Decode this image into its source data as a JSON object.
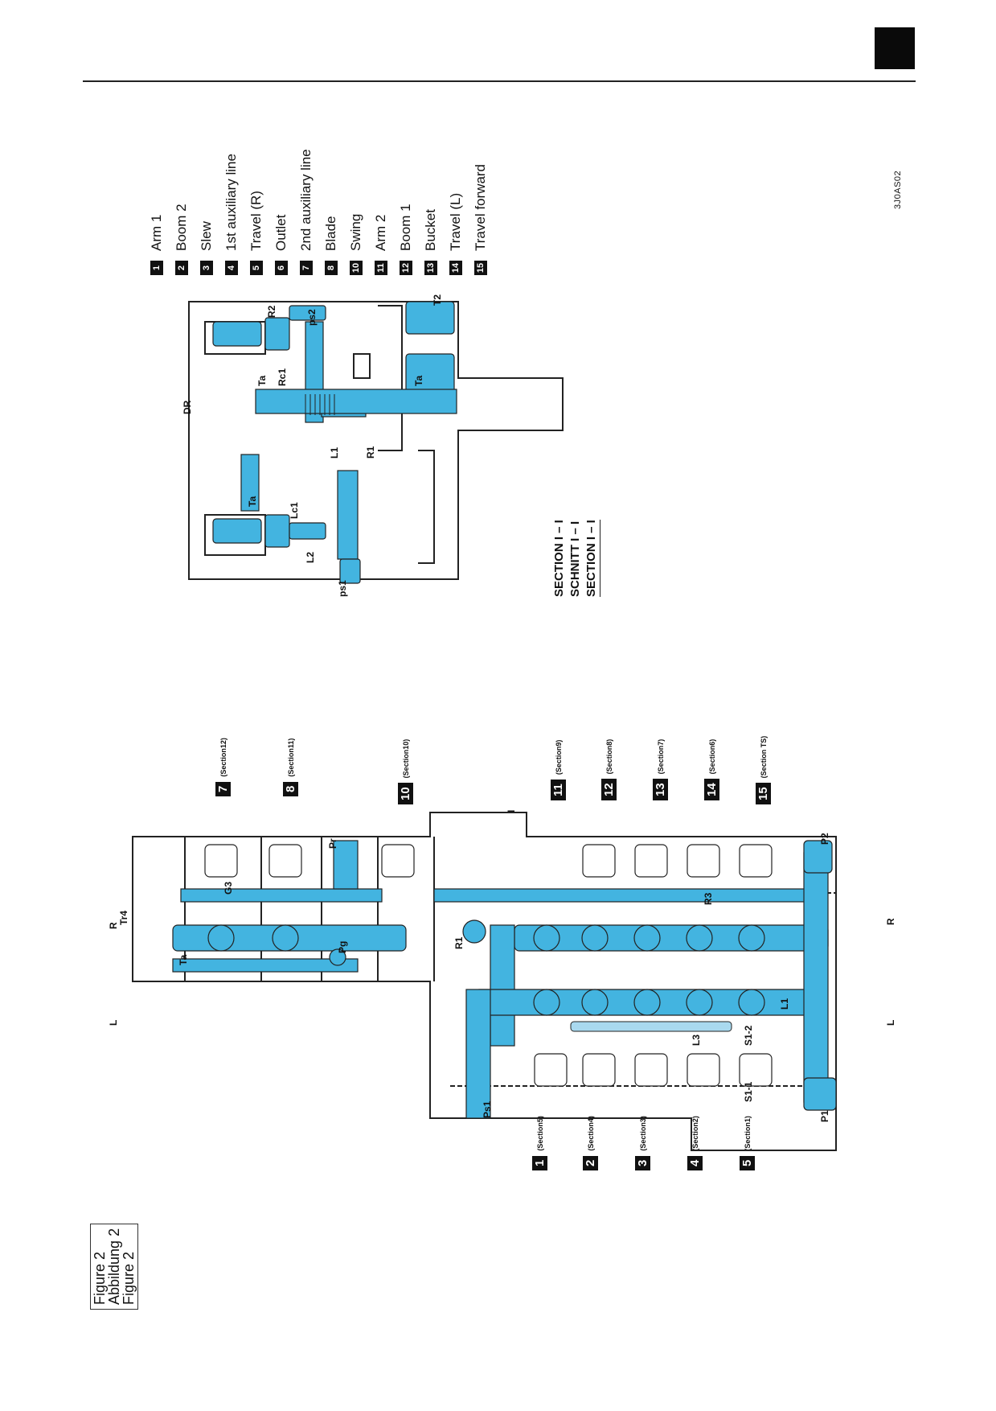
{
  "ref_code": "3J0AS02",
  "figure_caption": [
    "Figure 2",
    "Abbildung 2",
    "Figure 2"
  ],
  "legend": [
    {
      "num": "1",
      "label": "Arm 1"
    },
    {
      "num": "2",
      "label": "Boom 2"
    },
    {
      "num": "3",
      "label": "Slew"
    },
    {
      "num": "4",
      "label": "1st auxiliary line"
    },
    {
      "num": "5",
      "label": "Travel (R)"
    },
    {
      "num": "6",
      "label": "Outlet"
    },
    {
      "num": "7",
      "label": "2nd auxiliary line"
    },
    {
      "num": "8",
      "label": "Blade"
    },
    {
      "num": "10",
      "label": "Swing"
    },
    {
      "num": "11",
      "label": "Arm 2"
    },
    {
      "num": "12",
      "label": "Boom 1"
    },
    {
      "num": "13",
      "label": "Bucket"
    },
    {
      "num": "14",
      "label": "Travel (L)"
    },
    {
      "num": "15",
      "label": "Travel forward"
    }
  ],
  "section_titles": [
    "SECTION  I – I",
    "SCHNITT  I – I",
    "SECTION  I – I"
  ],
  "top_view_labels": {
    "dr": "DR",
    "r2": "R2",
    "ps2": "ps2",
    "rc1": "Rc1",
    "ta1": "Ta",
    "ta2": "Ta",
    "ta3": "Ta",
    "t2": "T2",
    "l1": "L1",
    "r1": "R1",
    "lc1": "Lc1",
    "l2": "L2",
    "ps1": "ps1"
  },
  "main_labels": {
    "l_left": "L",
    "r_left": "R",
    "l_right": "L",
    "r_right": "R",
    "tr4": "Tr4",
    "ta": "Ta",
    "g3": "G3",
    "pg": "Pg",
    "pr": "Pr",
    "r1": "R1",
    "r3": "R3",
    "p1": "P1",
    "p2": "P2",
    "ps1": "Ps1",
    "s1_1": "S1-1",
    "s1_2": "S1-2",
    "l3": "L3",
    "l1": "L1",
    "cut_i": "I"
  },
  "section_labels_top": [
    {
      "num": "7",
      "sub": "(Section12)"
    },
    {
      "num": "8",
      "sub": "(Section11)"
    },
    {
      "num": "10",
      "sub": "(Section10)"
    },
    {
      "num": "11",
      "sub": "(Section9)"
    },
    {
      "num": "12",
      "sub": "(Section8)"
    },
    {
      "num": "13",
      "sub": "(Section7)"
    },
    {
      "num": "14",
      "sub": "(Section6)"
    },
    {
      "num": "15",
      "sub": "(Section TS)"
    }
  ],
  "section_labels_bottom": [
    {
      "num": "1",
      "sub": "(Section5)"
    },
    {
      "num": "2",
      "sub": "(Section4)"
    },
    {
      "num": "3",
      "sub": "(Section3)"
    },
    {
      "num": "4",
      "sub": "(Section2)"
    },
    {
      "num": "5",
      "sub": "(Section1)"
    }
  ],
  "colors": {
    "fluid": "#43b4e0",
    "fluid_light": "#a9d9ef",
    "outline": "#222222",
    "tab": "#0a0a0a"
  }
}
